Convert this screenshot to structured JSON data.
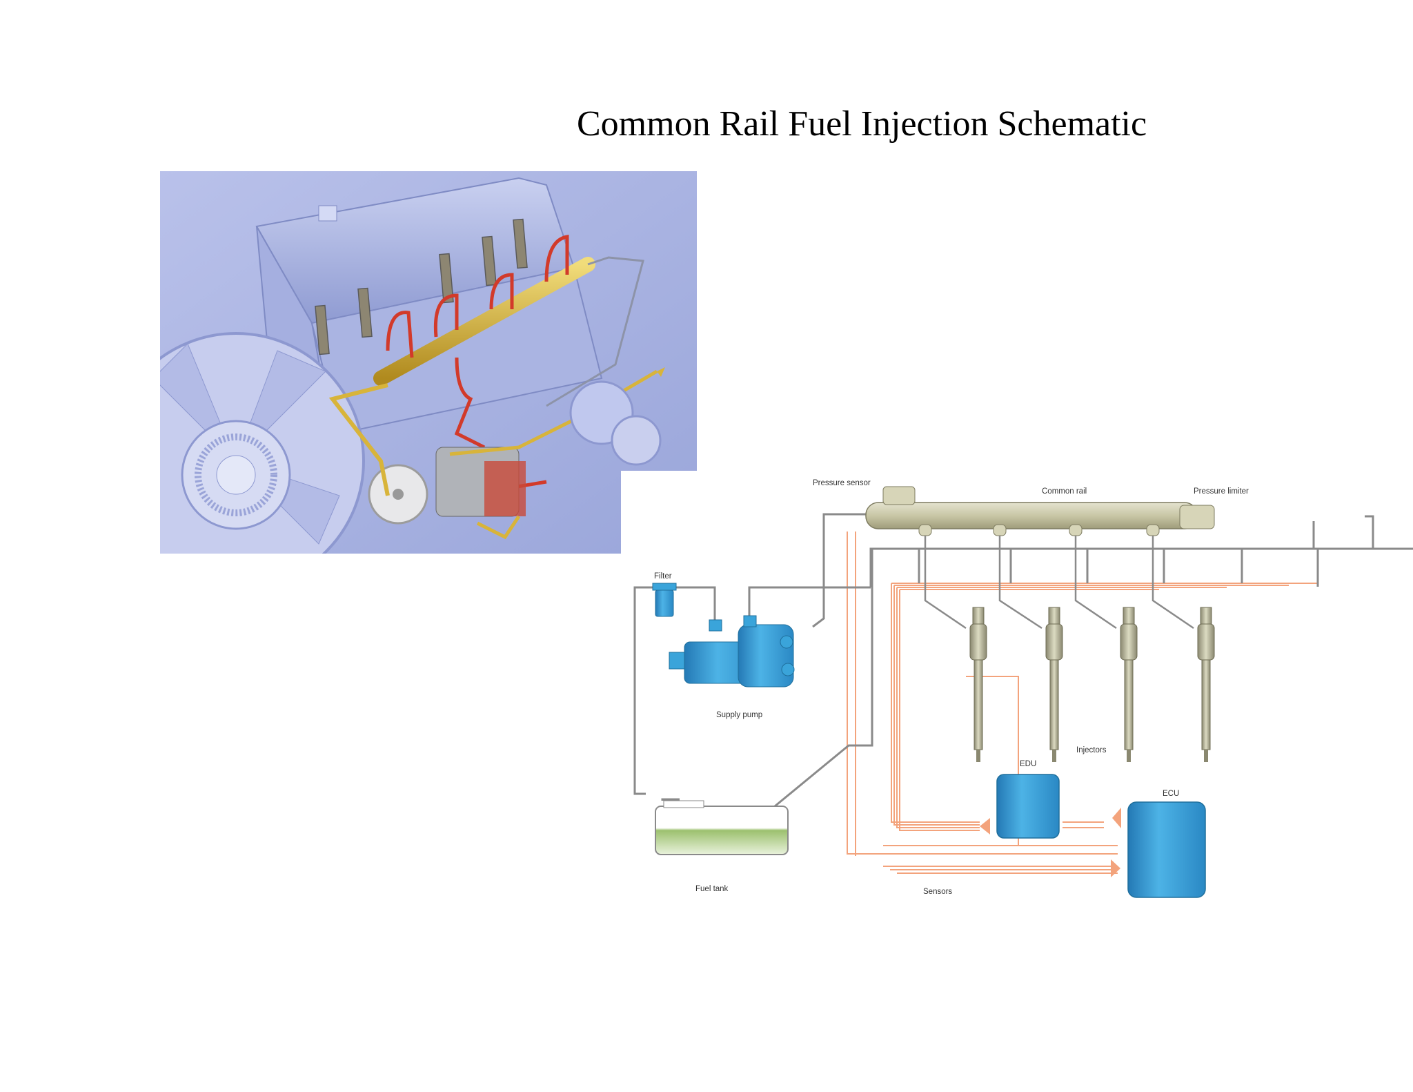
{
  "title": "Common Rail Fuel Injection Schematic",
  "engine_illustration": {
    "colors": {
      "background": "#a9b3e0",
      "fuel_lines": "#d8b43a",
      "high_pressure": "#d23a2a"
    }
  },
  "schematic": {
    "labels": {
      "pressure_sensor": "Pressure sensor",
      "common_rail": "Common rail",
      "pressure_limiter": "Pressure limiter",
      "filter": "Filter",
      "supply_pump": "Supply pump",
      "injectors": "Injectors",
      "edu": "EDU",
      "ecu": "ECU",
      "fuel_tank": "Fuel tank",
      "sensors": "Sensors"
    },
    "colors": {
      "fuel_line": "#8a8a8a",
      "signal_line": "#f3a37c",
      "rail": "#c9c7a6",
      "pump": "#3aa4da",
      "module": "#2f95d0",
      "fuel": "#7ea84e"
    },
    "icons": [
      "common-rail",
      "supply-pump",
      "filter",
      "injector",
      "edu-module",
      "ecu-module",
      "fuel-tank"
    ]
  }
}
